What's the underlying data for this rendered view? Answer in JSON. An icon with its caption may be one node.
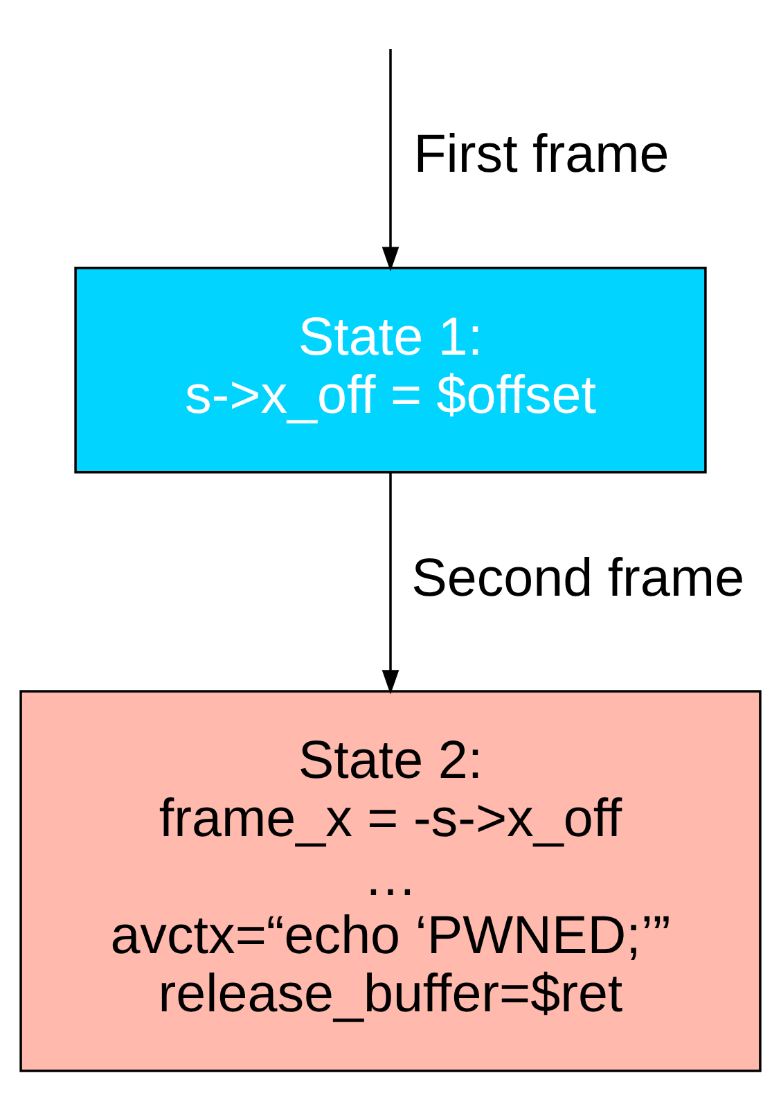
{
  "diagram": {
    "nodes": [
      {
        "text": [
          "State 1:",
          "s->x_off = $offset"
        ]
      },
      {
        "text": [
          "State 2:",
          "frame_x = -s->x_off",
          "…",
          "avctx=“echo ‘PWNED;’”",
          "release_buffer=$ret"
        ]
      }
    ],
    "edges": [
      {
        "from": null,
        "to": 0,
        "arrow": "to",
        "label": "First frame"
      },
      {
        "from": 0,
        "to": 1,
        "arrow": "to",
        "label": "Second frame"
      }
    ]
  }
}
